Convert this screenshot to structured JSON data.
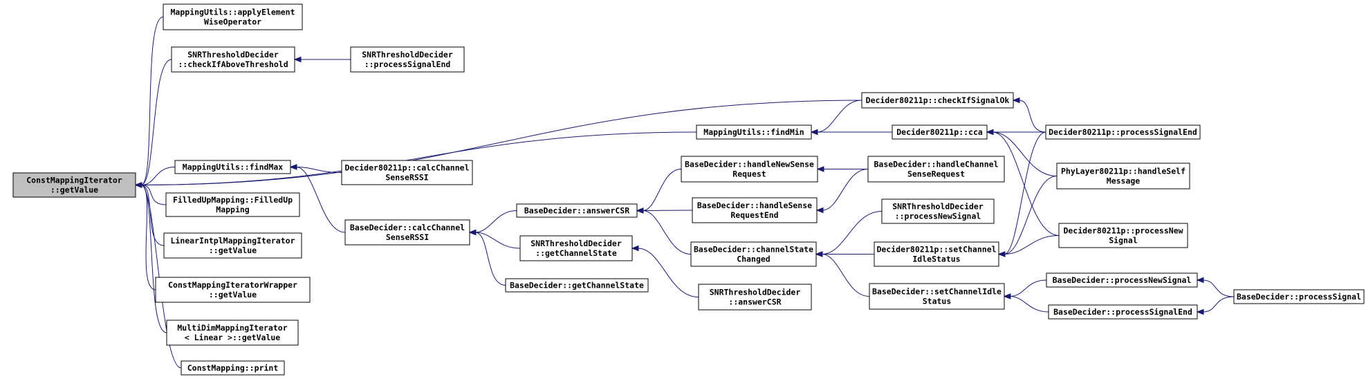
{
  "graph": {
    "nodes": [
      {
        "id": "cmi_getValue",
        "lines": [
          "ConstMappingIterator",
          "::getValue"
        ],
        "focus": true
      },
      {
        "id": "mu_applyElementWise",
        "lines": [
          "MappingUtils::applyElement",
          "WiseOperator"
        ]
      },
      {
        "id": "snr_checkIfAbove",
        "lines": [
          "SNRThresholdDecider",
          "::checkIfAboveThreshold"
        ]
      },
      {
        "id": "snr_processSignalEnd",
        "lines": [
          "SNRThresholdDecider",
          "::processSignalEnd"
        ]
      },
      {
        "id": "d80211_checkIfSignalOk",
        "lines": [
          "Decider80211p::checkIfSignalOk"
        ]
      },
      {
        "id": "mu_findMin",
        "lines": [
          "MappingUtils::findMin"
        ]
      },
      {
        "id": "d80211_cca",
        "lines": [
          "Decider80211p::cca"
        ]
      },
      {
        "id": "d80211_processSignalEnd",
        "lines": [
          "Decider80211p::processSignalEnd"
        ]
      },
      {
        "id": "mu_findMax",
        "lines": [
          "MappingUtils::findMax"
        ]
      },
      {
        "id": "d80211_calcCSRSSI",
        "lines": [
          "Decider80211p::calcChannel",
          "SenseRSSI"
        ]
      },
      {
        "id": "bd_handleNewSenseRequest",
        "lines": [
          "BaseDecider::handleNewSense",
          "Request"
        ]
      },
      {
        "id": "bd_handleChannelSenseRequest",
        "lines": [
          "BaseDecider::handleChannel",
          "SenseRequest"
        ]
      },
      {
        "id": "phy_handleSelfMessage",
        "lines": [
          "PhyLayer80211p::handleSelf",
          "Message"
        ]
      },
      {
        "id": "fum_filledUpMapping",
        "lines": [
          "FilledUpMapping::FilledUp",
          "Mapping"
        ]
      },
      {
        "id": "bd_answerCSR",
        "lines": [
          "BaseDecider::answerCSR"
        ]
      },
      {
        "id": "bd_handleSenseRequestEnd",
        "lines": [
          "BaseDecider::handleSense",
          "RequestEnd"
        ]
      },
      {
        "id": "snr_processNewSignal",
        "lines": [
          "SNRThresholdDecider",
          "::processNewSignal"
        ]
      },
      {
        "id": "bd_calcCSRSSI",
        "lines": [
          "BaseDecider::calcChannel",
          "SenseRSSI"
        ]
      },
      {
        "id": "d80211_processNewSignal",
        "lines": [
          "Decider80211p::processNew",
          "Signal"
        ]
      },
      {
        "id": "limi_getValue",
        "lines": [
          "LinearIntplMappingIterator",
          "::getValue"
        ]
      },
      {
        "id": "snr_getChannelState",
        "lines": [
          "SNRThresholdDecider",
          "::getChannelState"
        ]
      },
      {
        "id": "bd_channelStateChanged",
        "lines": [
          "BaseDecider::channelState",
          "Changed"
        ]
      },
      {
        "id": "d80211_setChannelIdleStatus",
        "lines": [
          "Decider80211p::setChannel",
          "IdleStatus"
        ]
      },
      {
        "id": "bd_getChannelState",
        "lines": [
          "BaseDecider::getChannelState"
        ]
      },
      {
        "id": "cmiw_getValue",
        "lines": [
          "ConstMappingIteratorWrapper",
          "::getValue"
        ]
      },
      {
        "id": "bd_processNewSignal",
        "lines": [
          "BaseDecider::processNewSignal"
        ]
      },
      {
        "id": "snr_answerCSR",
        "lines": [
          "SNRThresholdDecider",
          "::answerCSR"
        ]
      },
      {
        "id": "bd_setChannelIdleStatus",
        "lines": [
          "BaseDecider::setChannelIdle",
          "Status"
        ]
      },
      {
        "id": "bd_processSignal",
        "lines": [
          "BaseDecider::processSignal"
        ]
      },
      {
        "id": "bd_processSignalEnd",
        "lines": [
          "BaseDecider::processSignalEnd"
        ]
      },
      {
        "id": "mdmi_getValue",
        "lines": [
          "MultiDimMappingIterator",
          "< Linear >::getValue"
        ]
      },
      {
        "id": "cm_print",
        "lines": [
          "ConstMapping::print"
        ]
      }
    ],
    "edges": [
      [
        "mu_applyElementWise",
        "cmi_getValue"
      ],
      [
        "snr_checkIfAbove",
        "cmi_getValue"
      ],
      [
        "d80211_checkIfSignalOk",
        "cmi_getValue"
      ],
      [
        "mu_findMin",
        "cmi_getValue"
      ],
      [
        "mu_findMax",
        "cmi_getValue"
      ],
      [
        "fum_filledUpMapping",
        "cmi_getValue"
      ],
      [
        "limi_getValue",
        "cmi_getValue"
      ],
      [
        "cmiw_getValue",
        "cmi_getValue"
      ],
      [
        "mdmi_getValue",
        "cmi_getValue"
      ],
      [
        "cm_print",
        "cmi_getValue"
      ],
      [
        "snr_processSignalEnd",
        "snr_checkIfAbove"
      ],
      [
        "d80211_checkIfSignalOk",
        "mu_findMin"
      ],
      [
        "d80211_cca",
        "mu_findMin"
      ],
      [
        "d80211_processSignalEnd",
        "d80211_checkIfSignalOk"
      ],
      [
        "d80211_processSignalEnd",
        "d80211_cca"
      ],
      [
        "phy_handleSelfMessage",
        "d80211_cca"
      ],
      [
        "d80211_processNewSignal",
        "d80211_cca"
      ],
      [
        "d80211_calcCSRSSI",
        "mu_findMax"
      ],
      [
        "bd_calcCSRSSI",
        "mu_findMax"
      ],
      [
        "bd_answerCSR",
        "bd_calcCSRSSI"
      ],
      [
        "snr_getChannelState",
        "bd_calcCSRSSI"
      ],
      [
        "bd_getChannelState",
        "bd_calcCSRSSI"
      ],
      [
        "bd_handleNewSenseRequest",
        "bd_answerCSR"
      ],
      [
        "bd_handleSenseRequestEnd",
        "bd_answerCSR"
      ],
      [
        "bd_channelStateChanged",
        "bd_answerCSR"
      ],
      [
        "bd_handleChannelSenseRequest",
        "bd_handleNewSenseRequest"
      ],
      [
        "bd_handleChannelSenseRequest",
        "bd_handleSenseRequestEnd"
      ],
      [
        "snr_processNewSignal",
        "bd_channelStateChanged"
      ],
      [
        "d80211_setChannelIdleStatus",
        "bd_channelStateChanged"
      ],
      [
        "bd_setChannelIdleStatus",
        "bd_channelStateChanged"
      ],
      [
        "d80211_processSignalEnd",
        "d80211_setChannelIdleStatus"
      ],
      [
        "phy_handleSelfMessage",
        "d80211_setChannelIdleStatus"
      ],
      [
        "d80211_processNewSignal",
        "d80211_setChannelIdleStatus"
      ],
      [
        "snr_answerCSR",
        "snr_getChannelState"
      ],
      [
        "bd_processNewSignal",
        "bd_setChannelIdleStatus"
      ],
      [
        "bd_processSignalEnd",
        "bd_setChannelIdleStatus"
      ],
      [
        "bd_processSignal",
        "bd_processNewSignal"
      ],
      [
        "bd_processSignal",
        "bd_processSignalEnd"
      ]
    ]
  }
}
